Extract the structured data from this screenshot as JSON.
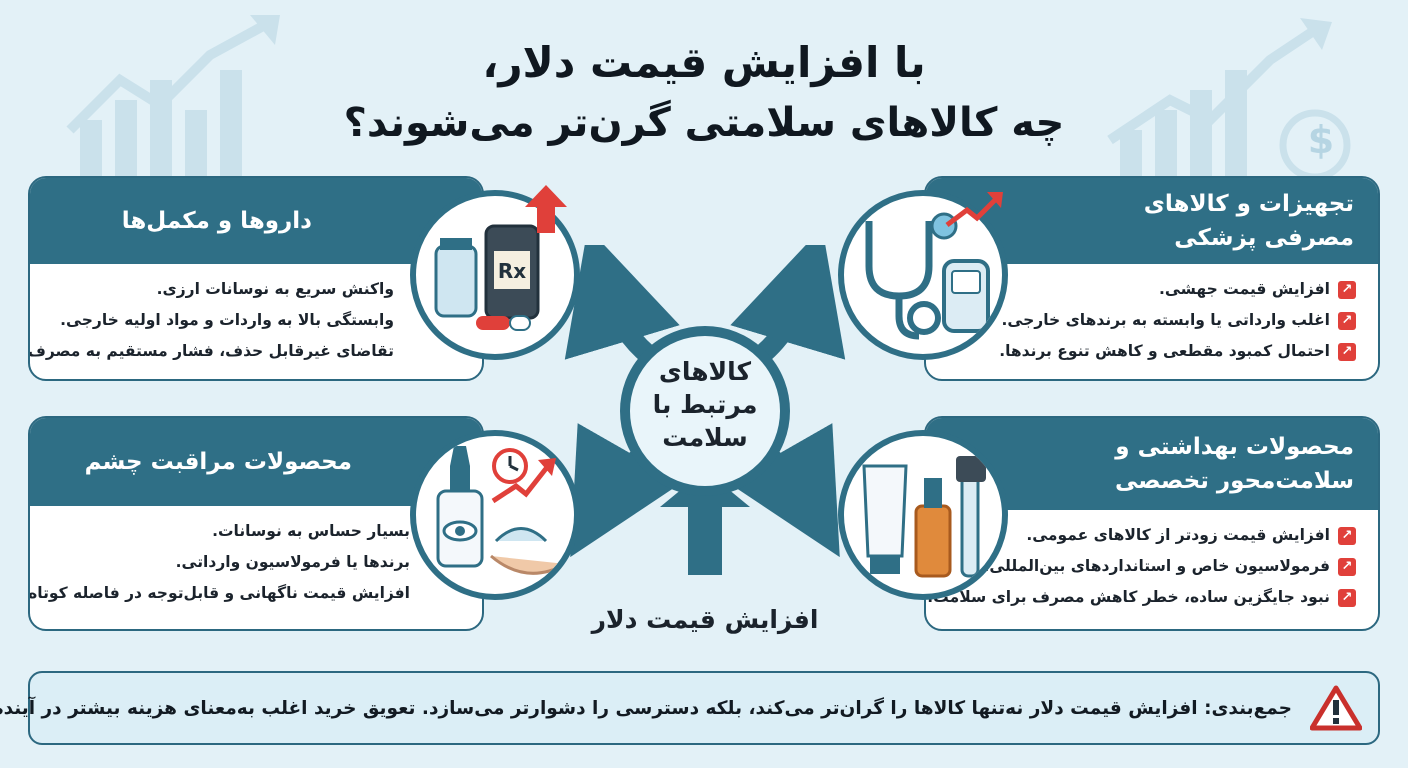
{
  "title": {
    "line1": "با افزایش قیمت دلار،",
    "line2": "چه کالاهای سلامتی گرن‌تر می‌شوند؟"
  },
  "center": {
    "label_lines": [
      "کالاهای",
      "مرتبط با",
      "سلامت"
    ]
  },
  "bottom_arrow_label": "افزایش قیمت دلار",
  "cards": {
    "drugs": {
      "title": "داروها و مکمل‌ها",
      "items": [
        "واکنش سریع به نوسانات ارزی.",
        "وابستگی بالا به واردات و مواد اولیه خارجی.",
        "تقاضای غیرقابل حذف، فشار مستقیم به مصرف‌کننده."
      ]
    },
    "equipment": {
      "title_lines": [
        "تجهیزات و کالاهای",
        "مصرفی پزشکی"
      ],
      "items": [
        "افزایش قیمت جهشی.",
        "اغلب وارداتی یا وابسته به برندهای خارجی.",
        "احتمال کمبود مقطعی و کاهش تنوع برندها."
      ]
    },
    "eye": {
      "title": "محصولات مراقبت چشم",
      "items": [
        "بسیار حساس به نوسانات.",
        "برندها یا فرمولاسیون وارداتی.",
        "افزایش قیمت ناگهانی و قابل‌توجه در فاصله کوتاه."
      ]
    },
    "hygiene": {
      "title_lines": [
        "محصولات بهداشتی و",
        "سلامت‌محور تخصصی"
      ],
      "items": [
        "افزایش قیمت زودتر از کالاهای عمومی.",
        "فرمولاسیون خاص و استانداردهای بین‌المللی.",
        "نبود جایگزین ساده، خطر کاهش مصرف برای سلامت."
      ]
    }
  },
  "summary": "جمع‌بندی: افزایش قیمت دلار نه‌تنها کالاها را گران‌تر می‌کند، بلکه دسترسی را دشوارتر می‌سازد. تعویق خرید اغلب به‌معنای هزینه بیشتر در آینده است.",
  "icons": {
    "rx": "Rx",
    "dollar": "$"
  },
  "colors": {
    "accent": "#2f6f86",
    "background": "#e3f1f7",
    "alert": "#e0403a"
  }
}
